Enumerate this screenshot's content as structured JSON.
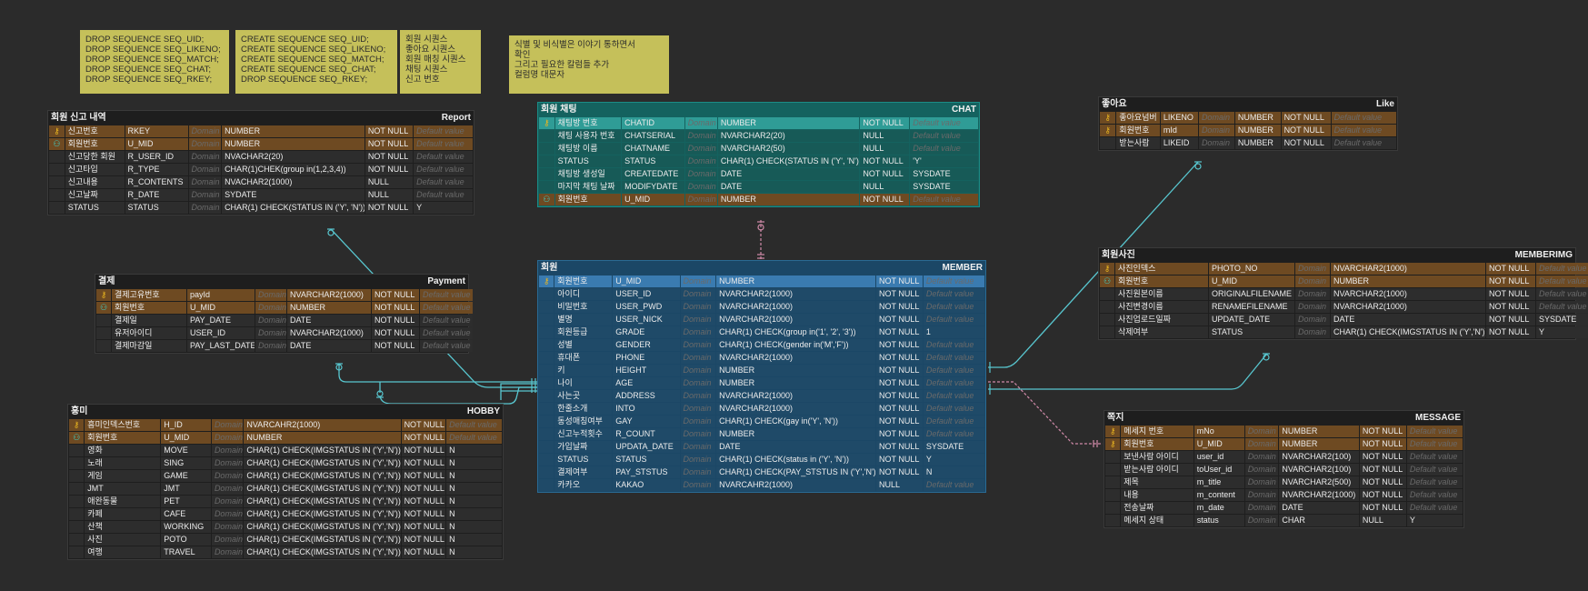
{
  "colors": {
    "background": "#2b2b2b",
    "note": "#c5c05a",
    "pk_row": "#6e4a22",
    "chat_header": "#14625f",
    "member_header": "#1b4766",
    "line": "#58c7d0",
    "dashed_line": "#d08aa8"
  },
  "notes": [
    {
      "text": "DROP SEQUENCE SEQ_UID;\nDROP SEQUENCE SEQ_LIKENO;\nDROP SEQUENCE SEQ_MATCH;\nDROP SEQUENCE SEQ_CHAT;\nDROP SEQUENCE SEQ_RKEY;"
    },
    {
      "text": "CREATE SEQUENCE SEQ_UID;\nCREATE SEQUENCE SEQ_LIKENO;\nCREATE SEQUENCE SEQ_MATCH;\nCREATE SEQUENCE SEQ_CHAT;\nDROP SEQUENCE SEQ_RKEY;"
    },
    {
      "text": "회원 시퀀스\n좋아요 시퀀스\n회원 매칭 시퀀스\n채팅 시퀀스\n신고 번호"
    },
    {
      "text": "식별 및 비식별은 이야기 통하면서\n확인\n그리고 필요한 칼럼들 추가\n컬럼명 대문자"
    }
  ],
  "tables": {
    "report": {
      "title": "회원 신고 내역",
      "name": "Report",
      "rows": [
        [
          "pk",
          "신고번호",
          "RKEY",
          "Domain",
          "NUMBER",
          "NOT NULL",
          "Default value"
        ],
        [
          "fk",
          "회원번호",
          "U_MID",
          "Domain",
          "NUMBER",
          "NOT NULL",
          "Default value"
        ],
        [
          "",
          "신고당한 회원",
          "R_USER_ID",
          "Domain",
          "NVACHAR2(20)",
          "NOT NULL",
          "Default value"
        ],
        [
          "",
          "신고타입",
          "R_TYPE",
          "Domain",
          "CHAR(1)CHEK(group in(1,2,3,4))",
          "NOT NULL",
          "Default value"
        ],
        [
          "",
          "신고내용",
          "R_CONTENTS",
          "Domain",
          "NVACHAR2(1000)",
          "NULL",
          "Default value"
        ],
        [
          "",
          "신고날짜",
          "R_DATE",
          "Domain",
          "SYDATE",
          "NULL",
          "Default value"
        ],
        [
          "",
          "STATUS",
          "STATUS",
          "Domain",
          "CHAR(1) CHECK(STATUS IN ('Y', 'N'))",
          "NOT NULL",
          "Y"
        ]
      ]
    },
    "payment": {
      "title": "결제",
      "name": "Payment",
      "rows": [
        [
          "pk",
          "결제고유번호",
          "payId",
          "Domain",
          "NVARCHAR2(1000)",
          "NOT NULL",
          "Default value"
        ],
        [
          "fk",
          "회원번호",
          "U_MID",
          "Domain",
          "NUMBER",
          "NOT NULL",
          "Default value"
        ],
        [
          "",
          "결제일",
          "PAY_DATE",
          "Domain",
          "DATE",
          "NOT NULL",
          "Default value"
        ],
        [
          "",
          "유저아이디",
          "USER_ID",
          "Domain",
          "NVARCHAR2(1000)",
          "NOT NULL",
          "Default value"
        ],
        [
          "",
          "결제마감일",
          "PAY_LAST_DATE",
          "Domain",
          "DATE",
          "NOT NULL",
          "Default value"
        ]
      ]
    },
    "hobby": {
      "title": "흥미",
      "name": "HOBBY",
      "rows": [
        [
          "pk",
          "흥미인덱스번호",
          "H_ID",
          "Domain",
          "NVARCAHR2(1000)",
          "NOT NULL",
          "Default value"
        ],
        [
          "fk",
          "회원번호",
          "U_MID",
          "Domain",
          "NUMBER",
          "NOT NULL",
          "Default value"
        ],
        [
          "",
          "영화",
          "MOVE",
          "Domain",
          "CHAR(1) CHECK(IMGSTATUS IN ('Y','N'))",
          "NOT NULL",
          "N"
        ],
        [
          "",
          "노래",
          "SING",
          "Domain",
          "CHAR(1) CHECK(IMGSTATUS IN ('Y','N'))",
          "NOT NULL",
          "N"
        ],
        [
          "",
          "게임",
          "GAME",
          "Domain",
          "CHAR(1) CHECK(IMGSTATUS IN ('Y','N'))",
          "NOT NULL",
          "N"
        ],
        [
          "",
          "JMT",
          "JMT",
          "Domain",
          "CHAR(1) CHECK(IMGSTATUS IN ('Y','N'))",
          "NOT NULL",
          "N"
        ],
        [
          "",
          "애완동물",
          "PET",
          "Domain",
          "CHAR(1) CHECK(IMGSTATUS IN ('Y','N'))",
          "NOT NULL",
          "N"
        ],
        [
          "",
          "카페",
          "CAFE",
          "Domain",
          "CHAR(1) CHECK(IMGSTATUS IN ('Y','N'))",
          "NOT NULL",
          "N"
        ],
        [
          "",
          "산책",
          "WORKING",
          "Domain",
          "CHAR(1) CHECK(IMGSTATUS IN ('Y','N'))",
          "NOT NULL",
          "N"
        ],
        [
          "",
          "사진",
          "POTO",
          "Domain",
          "CHAR(1) CHECK(IMGSTATUS IN ('Y','N'))",
          "NOT NULL",
          "N"
        ],
        [
          "",
          "여행",
          "TRAVEL",
          "Domain",
          "CHAR(1) CHECK(IMGSTATUS IN ('Y','N'))",
          "NOT NULL",
          "N"
        ]
      ]
    },
    "chat": {
      "title": "회원 채팅",
      "name": "CHAT",
      "rows": [
        [
          "pk",
          "채팅방 번호",
          "CHATID",
          "Domain",
          "NUMBER",
          "NOT NULL",
          "Default value"
        ],
        [
          "",
          "채팅 사용자 번호",
          "CHATSERIAL",
          "Domain",
          "NVARCHAR2(20)",
          "NULL",
          "Default value"
        ],
        [
          "",
          "채팅방 이름",
          "CHATNAME",
          "Domain",
          "NVARCHAR2(50)",
          "NULL",
          "Default value"
        ],
        [
          "",
          "STATUS",
          "STATUS",
          "Domain",
          "CHAR(1) CHECK(STATUS IN ('Y', 'N'))",
          "NOT NULL",
          "'Y'"
        ],
        [
          "",
          "채팅방 생성일",
          "CREATEDATE",
          "Domain",
          "DATE",
          "NOT NULL",
          "SYSDATE"
        ],
        [
          "",
          "마지막 채팅 날짜",
          "MODIFYDATE",
          "Domain",
          "DATE",
          "NULL",
          "SYSDATE"
        ],
        [
          "fk",
          "회원번호",
          "U_MID",
          "Domain",
          "NUMBER",
          "NOT NULL",
          "Default value"
        ]
      ]
    },
    "member": {
      "title": "회원",
      "name": "MEMBER",
      "rows": [
        [
          "pk",
          "회원번호",
          "U_MID",
          "Domain",
          "NUMBER",
          "NOT NULL",
          "Default value"
        ],
        [
          "",
          "아이디",
          "USER_ID",
          "Domain",
          "NVARCHAR2(1000)",
          "NOT NULL",
          "Default value"
        ],
        [
          "",
          "비밀번호",
          "USER_PWD",
          "Domain",
          "NVARCHAR2(1000)",
          "NOT NULL",
          "Default value"
        ],
        [
          "",
          "별명",
          "USER_NICK",
          "Domain",
          "NVARCHAR2(1000)",
          "NOT NULL",
          "Default value"
        ],
        [
          "",
          "회원등급",
          "GRADE",
          "Domain",
          "CHAR(1) CHECK(group in('1', '2', '3'))",
          "NOT NULL",
          "1"
        ],
        [
          "",
          "성별",
          "GENDER",
          "Domain",
          "CHAR(1) CHECK(gender in('M','F'))",
          "NOT NULL",
          "Default value"
        ],
        [
          "",
          "휴대폰",
          "PHONE",
          "Domain",
          "NVARCHAR2(1000)",
          "NOT NULL",
          "Default value"
        ],
        [
          "",
          "키",
          "HEIGHT",
          "Domain",
          "NUMBER",
          "NOT NULL",
          "Default value"
        ],
        [
          "",
          "나이",
          "AGE",
          "Domain",
          "NUMBER",
          "NOT NULL",
          "Default value"
        ],
        [
          "",
          "사는곳",
          "ADDRESS",
          "Domain",
          "NVARCHAR2(1000)",
          "NOT NULL",
          "Default value"
        ],
        [
          "",
          "한줄소개",
          "INTO",
          "Domain",
          "NVARCHAR2(1000)",
          "NOT NULL",
          "Default value"
        ],
        [
          "",
          "동성매칭여부",
          "GAY",
          "Domain",
          "CHAR(1) CHECK(gay in('Y', 'N'))",
          "NOT NULL",
          "Default value"
        ],
        [
          "",
          "신고누적횟수",
          "R_COUNT",
          "Domain",
          "NUMBER",
          "NOT NULL",
          "Default value"
        ],
        [
          "",
          "가입날짜",
          "UPDATA_DATE",
          "Domain",
          "DATE",
          "NOT NULL",
          "SYSDATE"
        ],
        [
          "",
          "STATUS",
          "STATUS",
          "Domain",
          "CHAR(1) CHECK(status in ('Y', 'N'))",
          "NOT NULL",
          "Y"
        ],
        [
          "",
          "결제여부",
          "PAY_STSTUS",
          "Domain",
          "CHAR(1) CHECK(PAY_STSTUS IN ('Y','N'))",
          "NOT NULL",
          "N"
        ],
        [
          "",
          "카카오",
          "KAKAO",
          "Domain",
          "NVARCAHR2(1000)",
          "NULL",
          "Default value"
        ]
      ]
    },
    "like": {
      "title": "좋아요",
      "name": "Like",
      "rows": [
        [
          "pk",
          "좋아요넘버",
          "LIKENO",
          "Domain",
          "NUMBER",
          "NOT NULL",
          "Default value"
        ],
        [
          "pk",
          "회원번호",
          "mId",
          "Domain",
          "NUMBER",
          "NOT NULL",
          "Default value"
        ],
        [
          "",
          "받는사람",
          "LIKEID",
          "Domain",
          "NUMBER",
          "NOT NULL",
          "Default value"
        ]
      ]
    },
    "memberimg": {
      "title": "회원사진",
      "name": "MEMBERIMG",
      "rows": [
        [
          "pk",
          "사진인덱스",
          "PHOTO_NO",
          "Domain",
          "NVARCHAR2(1000)",
          "NOT NULL",
          "Default value"
        ],
        [
          "fk",
          "회원번호",
          "U_MID",
          "Domain",
          "NUMBER",
          "NOT NULL",
          "Default value"
        ],
        [
          "",
          "사진원본이름",
          "ORIGINALFILENAME",
          "Domain",
          "NVARCHAR2(1000)",
          "NOT NULL",
          "Default value"
        ],
        [
          "",
          "사진변경이름",
          "RENAMEFILENAME",
          "Domain",
          "NVARCHAR2(1000)",
          "NOT NULL",
          "Default value"
        ],
        [
          "",
          "사진업로드일짜",
          "UPDATE_DATE",
          "Domain",
          "DATE",
          "NOT NULL",
          "SYSDATE"
        ],
        [
          "",
          "삭제여부",
          "STATUS",
          "Domain",
          "CHAR(1) CHECK(IMGSTATUS IN ('Y','N'))",
          "NOT NULL",
          "Y"
        ]
      ]
    },
    "message": {
      "title": "쪽지",
      "name": "MESSAGE",
      "rows": [
        [
          "pk",
          "메세지 번호",
          "mNo",
          "Domain",
          "NUMBER",
          "NOT NULL",
          "Default value"
        ],
        [
          "pf",
          "회원번호",
          "U_MID",
          "Domain",
          "NUMBER",
          "NOT NULL",
          "Default value"
        ],
        [
          "",
          "보낸사람 아이디",
          "user_id",
          "Domain",
          "NVARCHAR2(100)",
          "NOT NULL",
          "Default value"
        ],
        [
          "",
          "받는사람 아이디",
          "toUser_id",
          "Domain",
          "NVARCHAR2(100)",
          "NOT NULL",
          "Default value"
        ],
        [
          "",
          "제목",
          "m_title",
          "Domain",
          "NVARCHAR2(500)",
          "NOT NULL",
          "Default value"
        ],
        [
          "",
          "내용",
          "m_content",
          "Domain",
          "NVARCHAR2(1000)",
          "NOT NULL",
          "Default value"
        ],
        [
          "",
          "전송날짜",
          "m_date",
          "Domain",
          "DATE",
          "NOT NULL",
          "Default value"
        ],
        [
          "",
          "메세지 상태",
          "status",
          "Domain",
          "CHAR",
          "NULL",
          "Y"
        ]
      ]
    }
  }
}
